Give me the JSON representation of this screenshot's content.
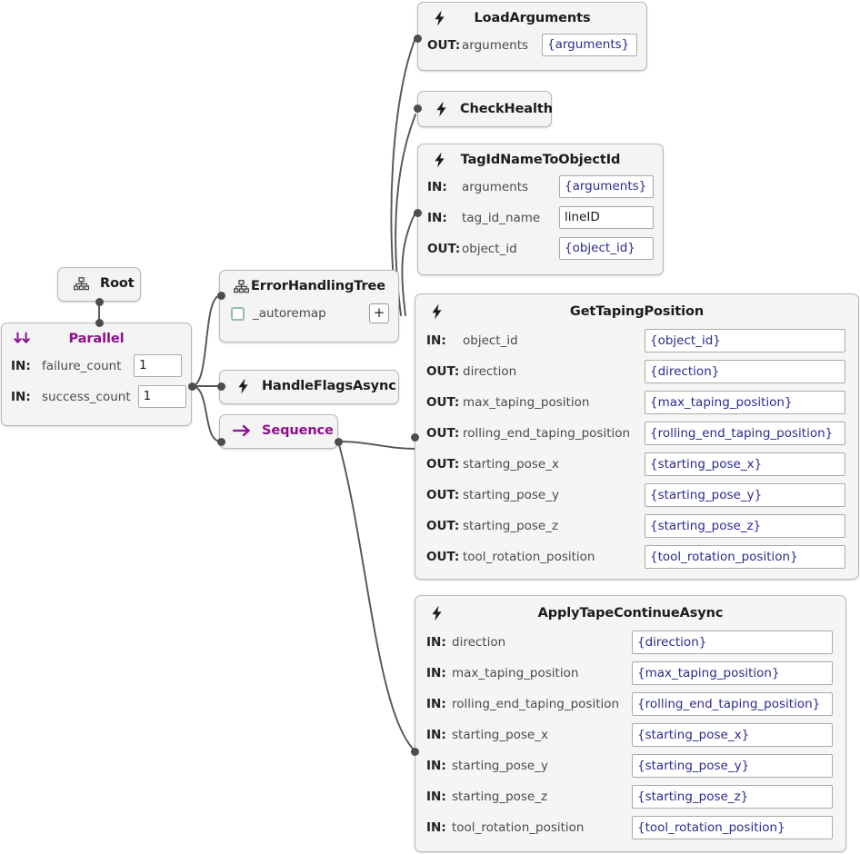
{
  "app": {
    "kind": "behavior-tree-editor-canvas",
    "background": "#ffffff"
  },
  "colors": {
    "control_purple": "#8e0f8e",
    "blueprint_blue": "#2b2b8f",
    "node_border": "#b9b9b9",
    "node_fill": "#f4f4f4",
    "port_dot": "#4d4d4d",
    "edge_stroke": "#555555",
    "checkbox_border": "#8fc0af"
  },
  "nodes": {
    "root": {
      "title": "Root",
      "icon": "subtree-icon",
      "type": "subtree"
    },
    "parallel": {
      "title": "Parallel",
      "icon": "parallel-double-down-arrow-icon",
      "type": "control",
      "ports": [
        {
          "dir": "IN:",
          "name": "failure_count",
          "value": "1",
          "blueprint": false
        },
        {
          "dir": "IN:",
          "name": "success_count",
          "value": "1",
          "blueprint": false
        }
      ]
    },
    "error_handling_tree": {
      "title": "ErrorHandlingTree",
      "icon": "subtree-icon",
      "type": "subtree",
      "checkbox_label": "_autoremap",
      "checkbox_checked": false,
      "expand_label": "+"
    },
    "handle_flags_async": {
      "title": "HandleFlagsAsync",
      "icon": "action-bolt-icon",
      "type": "action"
    },
    "sequence": {
      "title": "Sequence",
      "icon": "sequence-arrow-icon",
      "type": "control"
    },
    "load_arguments": {
      "title": "LoadArguments",
      "icon": "action-bolt-icon",
      "type": "action",
      "ports": [
        {
          "dir": "OUT:",
          "name": "arguments",
          "value": "{arguments}",
          "blueprint": true
        }
      ]
    },
    "check_health": {
      "title": "CheckHealth",
      "icon": "action-bolt-icon",
      "type": "action"
    },
    "tag_id_name_to_object_id": {
      "title": "TagIdNameToObjectId",
      "icon": "action-bolt-icon",
      "type": "action",
      "ports": [
        {
          "dir": "IN:",
          "name": "arguments",
          "value": "{arguments}",
          "blueprint": true
        },
        {
          "dir": "IN:",
          "name": "tag_id_name",
          "value": "lineID",
          "blueprint": false
        },
        {
          "dir": "OUT:",
          "name": "object_id",
          "value": "{object_id}",
          "blueprint": true
        }
      ]
    },
    "get_taping_position": {
      "title": "GetTapingPosition",
      "icon": "action-bolt-icon",
      "type": "action",
      "ports": [
        {
          "dir": "IN:",
          "name": "object_id",
          "value": "{object_id}",
          "blueprint": true
        },
        {
          "dir": "OUT:",
          "name": "direction",
          "value": "{direction}",
          "blueprint": true
        },
        {
          "dir": "OUT:",
          "name": "max_taping_position",
          "value": "{max_taping_position}",
          "blueprint": true
        },
        {
          "dir": "OUT:",
          "name": "rolling_end_taping_position",
          "value": "{rolling_end_taping_position}",
          "blueprint": true
        },
        {
          "dir": "OUT:",
          "name": "starting_pose_x",
          "value": "{starting_pose_x}",
          "blueprint": true
        },
        {
          "dir": "OUT:",
          "name": "starting_pose_y",
          "value": "{starting_pose_y}",
          "blueprint": true
        },
        {
          "dir": "OUT:",
          "name": "starting_pose_z",
          "value": "{starting_pose_z}",
          "blueprint": true
        },
        {
          "dir": "OUT:",
          "name": "tool_rotation_position",
          "value": "{tool_rotation_position}",
          "blueprint": true
        }
      ]
    },
    "apply_tape_continue_async": {
      "title": "ApplyTapeContinueAsync",
      "icon": "action-bolt-icon",
      "type": "action",
      "ports": [
        {
          "dir": "IN:",
          "name": "direction",
          "value": "{direction}",
          "blueprint": true
        },
        {
          "dir": "IN:",
          "name": "max_taping_position",
          "value": "{max_taping_position}",
          "blueprint": true
        },
        {
          "dir": "IN:",
          "name": "rolling_end_taping_position",
          "value": "{rolling_end_taping_position}",
          "blueprint": true
        },
        {
          "dir": "IN:",
          "name": "starting_pose_x",
          "value": "{starting_pose_x}",
          "blueprint": true
        },
        {
          "dir": "IN:",
          "name": "starting_pose_y",
          "value": "{starting_pose_y}",
          "blueprint": true
        },
        {
          "dir": "IN:",
          "name": "starting_pose_z",
          "value": "{starting_pose_z}",
          "blueprint": true
        },
        {
          "dir": "IN:",
          "name": "tool_rotation_position",
          "value": "{tool_rotation_position}",
          "blueprint": true
        }
      ]
    }
  },
  "edges": [
    {
      "from": "root",
      "to": "parallel"
    },
    {
      "from": "parallel",
      "to": "error_handling_tree"
    },
    {
      "from": "parallel",
      "to": "handle_flags_async"
    },
    {
      "from": "parallel",
      "to": "sequence"
    },
    {
      "from": "error_handling_tree",
      "to": "load_arguments"
    },
    {
      "from": "error_handling_tree",
      "to": "check_health"
    },
    {
      "from": "error_handling_tree",
      "to": "tag_id_name_to_object_id"
    },
    {
      "from": "sequence",
      "to": "get_taping_position"
    },
    {
      "from": "sequence",
      "to": "apply_tape_continue_async"
    }
  ]
}
